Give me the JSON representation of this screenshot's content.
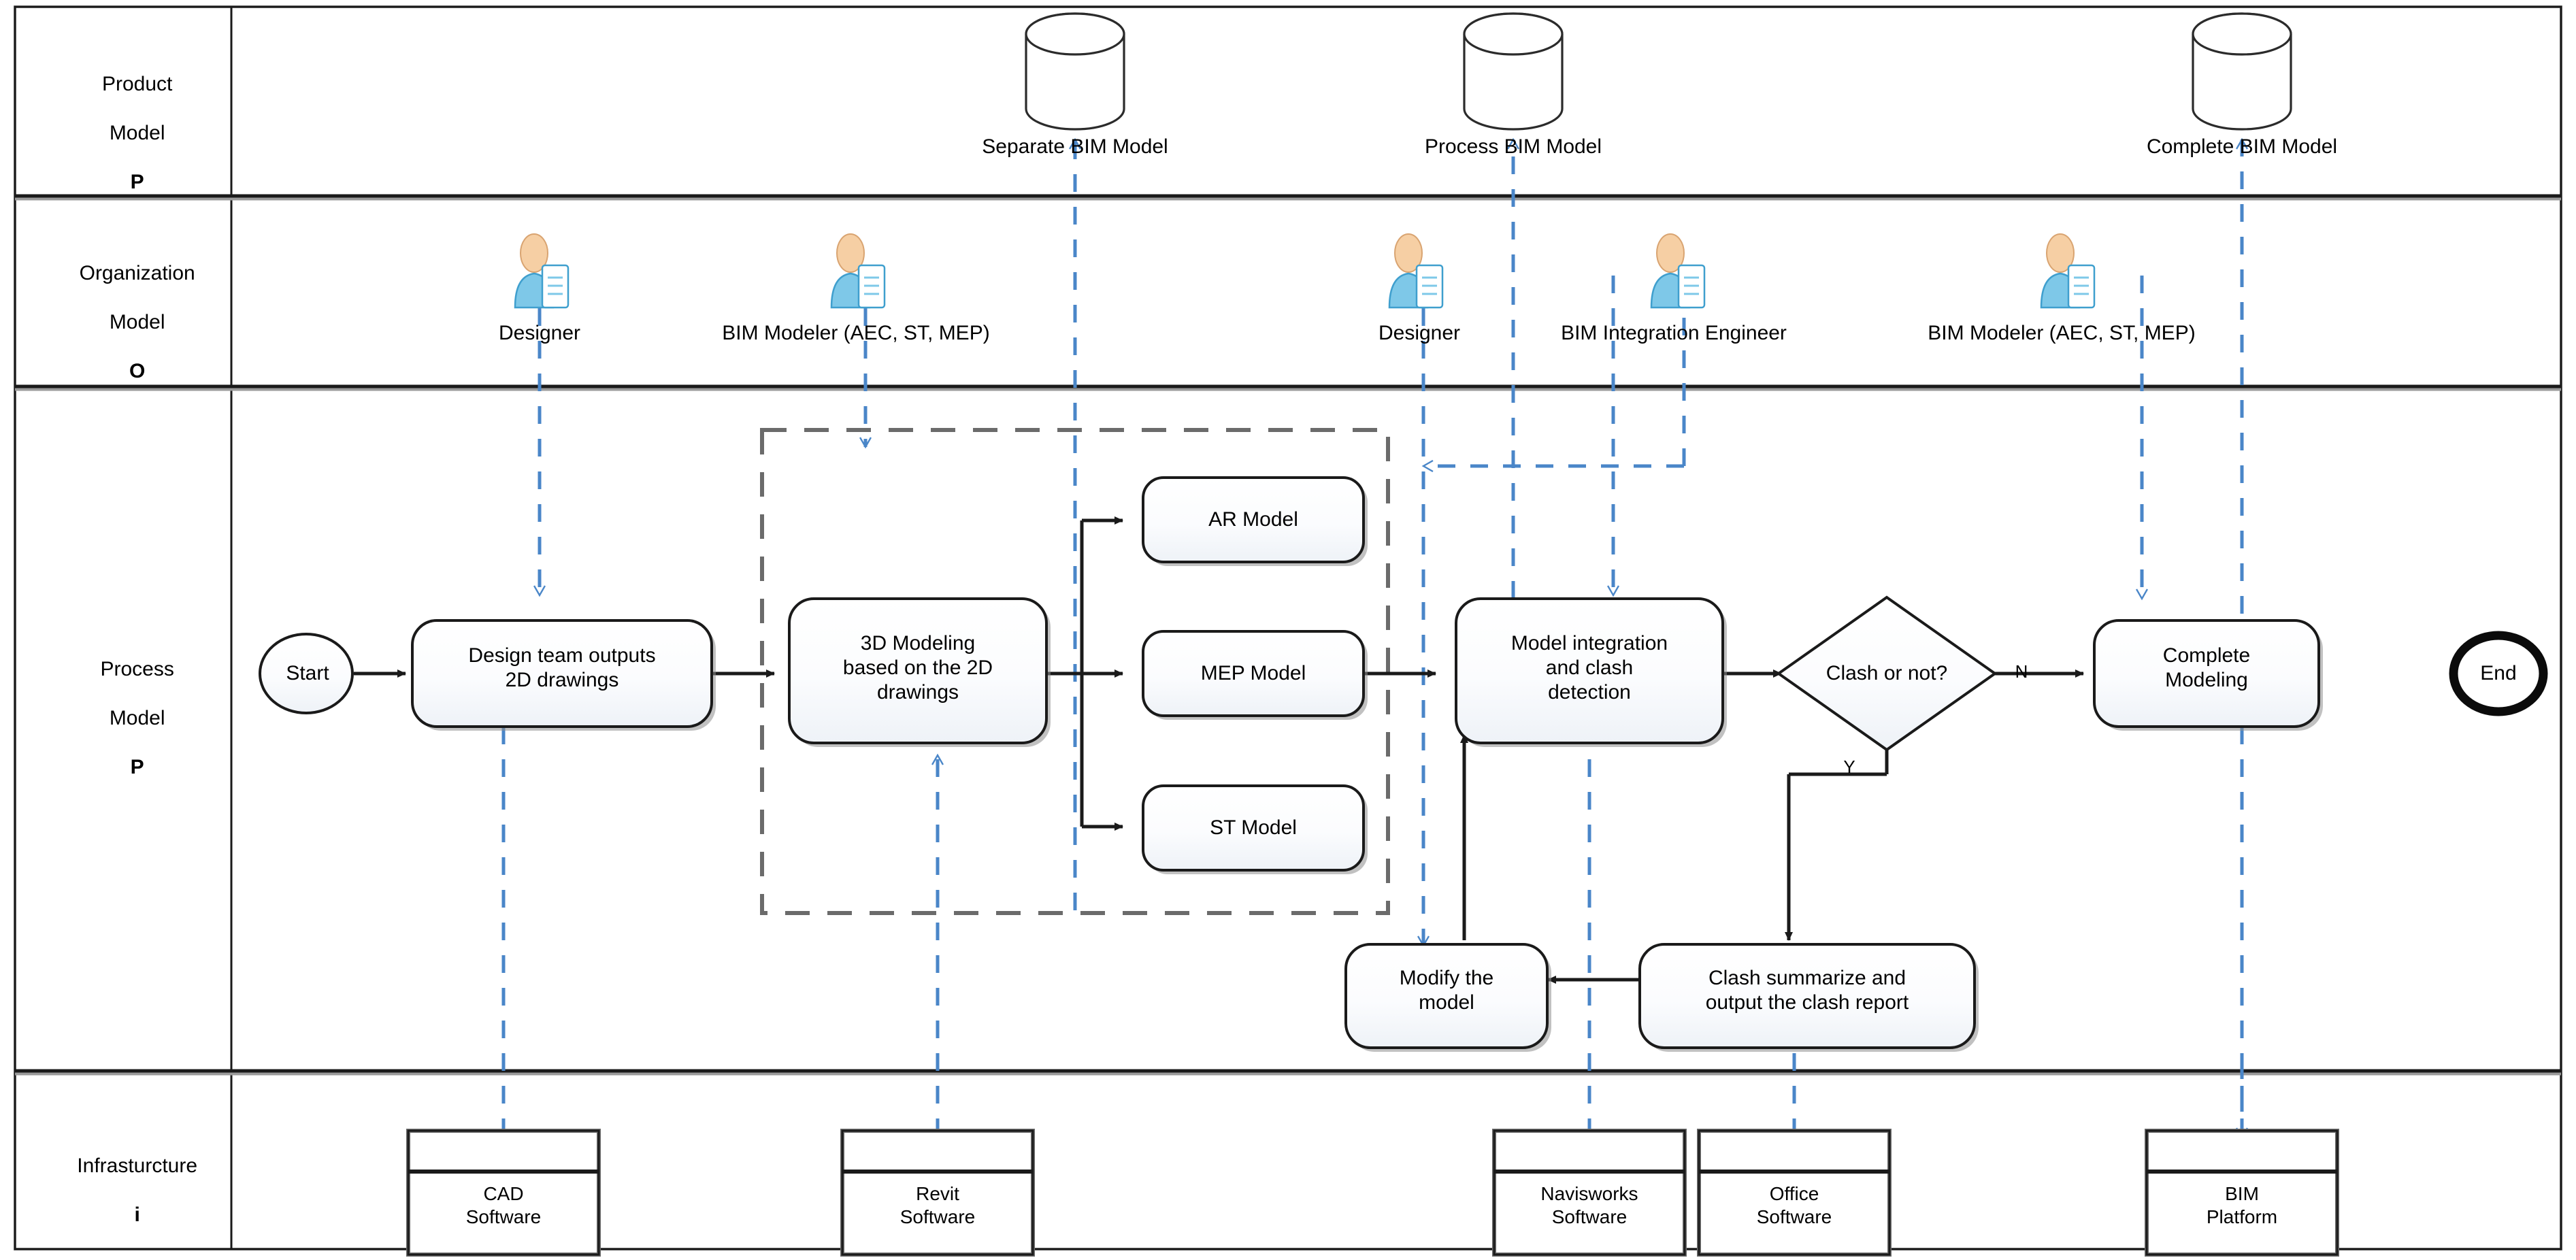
{
  "diagram": {
    "title": "BIM Modeling and Clash Detection Process (POPI Swimlane Diagram)",
    "accent_blue": "#4a86c8",
    "line_dark": "#404040",
    "node_fill": "#f7f9fc",
    "swimlanes": [
      {
        "id": "product",
        "label_line1": "Product",
        "label_line2": "Model",
        "code": "P"
      },
      {
        "id": "organization",
        "label_line1": "Organization",
        "label_line2": "Model",
        "code": "O"
      },
      {
        "id": "process",
        "label_line1": "Process",
        "label_line2": "Model",
        "code": "P"
      },
      {
        "id": "infrastructure",
        "label_line1": "Infrasturcture",
        "label_line2": "",
        "code": "i"
      }
    ],
    "product_models": [
      {
        "id": "separate-bim-model",
        "label": "Separate BIM Model"
      },
      {
        "id": "process-bim-model",
        "label": "Process BIM Model"
      },
      {
        "id": "complete-bim-model",
        "label": "Complete BIM Model"
      }
    ],
    "roles": [
      {
        "id": "designer-1",
        "label": "Designer"
      },
      {
        "id": "bim-modeler-1",
        "label": "BIM Modeler (AEC, ST, MEP)"
      },
      {
        "id": "designer-2",
        "label": "Designer"
      },
      {
        "id": "bim-integration-engineer",
        "label": "BIM Integration Engineer"
      },
      {
        "id": "bim-modeler-2",
        "label": "BIM Modeler (AEC, ST, MEP)"
      }
    ],
    "process_nodes": [
      {
        "id": "start",
        "label": "Start",
        "shape": "start"
      },
      {
        "id": "design-2d",
        "label": "Design team outputs\n2D drawings",
        "shape": "activity"
      },
      {
        "id": "modeling-3d",
        "label": "3D Modeling\nbased on the 2D\ndrawings",
        "shape": "activity"
      },
      {
        "id": "ar-model",
        "label": "AR Model",
        "shape": "activity"
      },
      {
        "id": "mep-model",
        "label": "MEP Model",
        "shape": "activity"
      },
      {
        "id": "st-model",
        "label": "ST Model",
        "shape": "activity"
      },
      {
        "id": "integration-clash",
        "label": "Model integration\nand clash\ndetection",
        "shape": "activity"
      },
      {
        "id": "clash-or-not",
        "label": "Clash or not?",
        "shape": "decision"
      },
      {
        "id": "complete-modeling",
        "label": "Complete\nModeling",
        "shape": "activity"
      },
      {
        "id": "end",
        "label": "End",
        "shape": "end"
      },
      {
        "id": "modify-model",
        "label": "Modify the\nmodel",
        "shape": "activity"
      },
      {
        "id": "clash-report",
        "label": "Clash summarize and\noutput the clash report",
        "shape": "activity"
      }
    ],
    "edge_labels": [
      {
        "id": "branch-no",
        "label": "N"
      },
      {
        "id": "branch-yes",
        "label": "Y"
      }
    ],
    "infrastructure_nodes": [
      {
        "id": "cad-software",
        "label": "CAD\nSoftware"
      },
      {
        "id": "revit-software",
        "label": "Revit\nSoftware"
      },
      {
        "id": "navisworks-software",
        "label": "Navisworks\nSoftware"
      },
      {
        "id": "office-software",
        "label": "Office\nSoftware"
      },
      {
        "id": "bim-platform",
        "label": "BIM\nPlatform"
      }
    ]
  }
}
